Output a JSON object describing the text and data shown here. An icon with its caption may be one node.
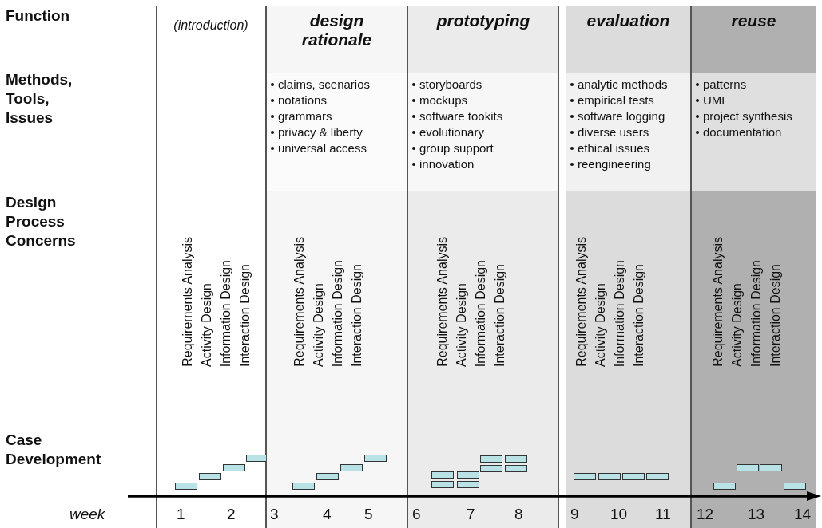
{
  "diagram": {
    "nodes": [
      {
        "text": [
          "(introduction)",
          "Requirements Analysis",
          "Activity Design",
          "Information Design",
          "Interaction Design"
        ]
      },
      {
        "text": [
          "design rationale",
          "claims, scenarios",
          "notations",
          "grammars",
          "privacy & liberty",
          "universal access",
          "Requirements Analysis",
          "Activity Design",
          "Information Design",
          "Interaction Design"
        ]
      },
      {
        "text": [
          "prototyping",
          "storyboards",
          "mockups",
          "software tookits",
          "evolutionary",
          "group support",
          "innovation",
          "Requirements Analysis",
          "Activity Design",
          "Information Design",
          "Interaction Design"
        ]
      },
      {
        "text": [
          "evaluation",
          "analytic methods",
          "empirical tests",
          "software logging",
          "diverse users",
          "ethical issues",
          "reengineering",
          "Requirements Analysis",
          "Activity Design",
          "Information Design",
          "Interaction Design"
        ]
      },
      {
        "text": [
          "reuse",
          "patterns",
          "UML",
          "project synthesis",
          "documentation",
          "Requirements Analysis",
          "Activity Design",
          "Information Design",
          "Interaction Design"
        ]
      },
      {
        "text": [],
        "shape": "bar",
        "in": 0
      },
      {
        "text": [],
        "shape": "bar",
        "in": 0
      },
      {
        "text": [],
        "shape": "bar",
        "in": 0
      },
      {
        "text": [],
        "shape": "bar",
        "in": 0
      },
      {
        "text": [],
        "shape": "bar",
        "in": 1
      },
      {
        "text": [],
        "shape": "bar",
        "in": 1
      },
      {
        "text": [],
        "shape": "bar",
        "in": 1
      },
      {
        "text": [],
        "shape": "bar",
        "in": 1
      },
      {
        "text": [],
        "shape": "bar",
        "in": 2
      },
      {
        "text": [],
        "shape": "bar",
        "in": 2
      },
      {
        "text": [],
        "shape": "bar",
        "in": 2
      },
      {
        "text": [],
        "shape": "bar",
        "in": 2
      },
      {
        "text": [],
        "shape": "bar",
        "in": 2
      },
      {
        "text": [],
        "shape": "bar",
        "in": 2
      },
      {
        "text": [],
        "shape": "bar",
        "in": 2
      },
      {
        "text": [],
        "shape": "bar",
        "in": 2
      },
      {
        "text": [],
        "shape": "bar",
        "in": 3
      },
      {
        "text": [],
        "shape": "bar",
        "in": 3
      },
      {
        "text": [],
        "shape": "bar",
        "in": 3
      },
      {
        "text": [],
        "shape": "bar",
        "in": 3
      },
      {
        "text": [],
        "shape": "bar",
        "in": 4
      },
      {
        "text": [],
        "shape": "bar",
        "in": 4
      },
      {
        "text": [],
        "shape": "bar",
        "in": 4
      },
      {
        "text": [],
        "shape": "bar",
        "in": 4
      }
    ],
    "labels": [
      "Function",
      "Methods, Tools, Issues",
      "Design Process Concerns",
      "Case Development",
      "week",
      "1",
      "2",
      "3",
      "4",
      "5",
      "6",
      "7",
      "8",
      "9",
      "10",
      "11",
      "12",
      "13",
      "14"
    ]
  }
}
